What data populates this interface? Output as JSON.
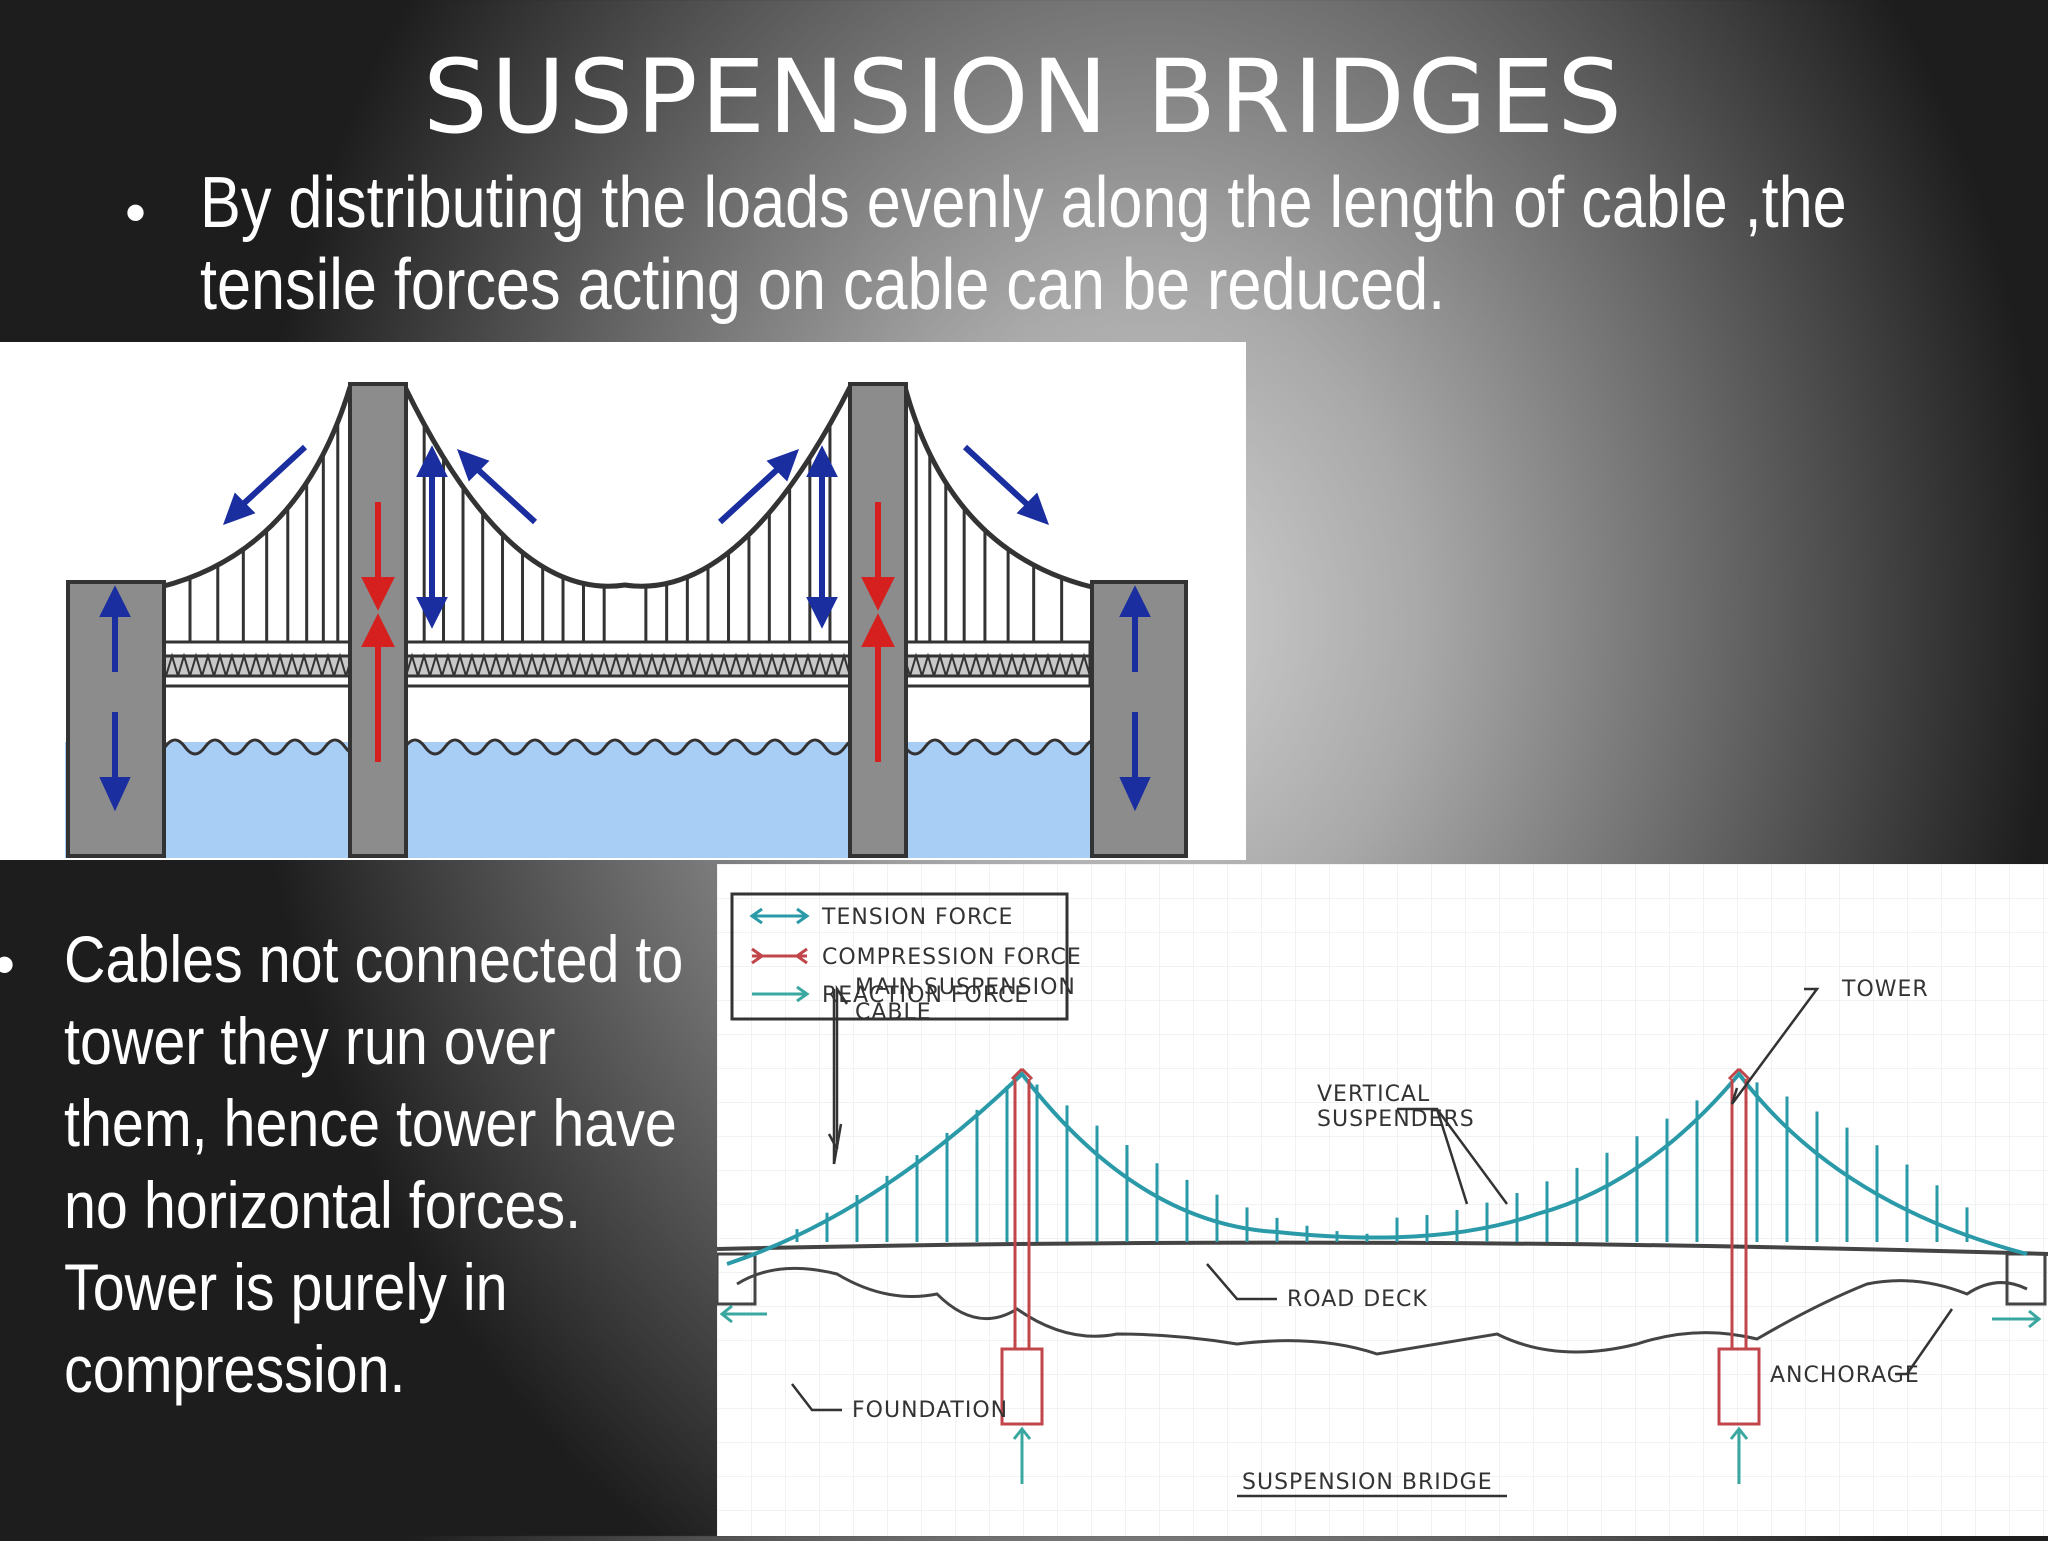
{
  "slide": {
    "title": "SUSPENSION BRIDGES",
    "bullet_top": "By distributing the loads evenly  along the length of cable ,the tensile forces acting on cable can be reduced.",
    "bullet_left": "Cables not connected to tower they run over them, hence tower have no horizontal forces. Tower  is purely in compression.",
    "bullet_symbol": "•"
  },
  "diagram2": {
    "legend": {
      "tension": "TENSION FORCE",
      "compression": "COMPRESSION FORCE",
      "reaction": "REACTION FORCE"
    },
    "labels": {
      "main_cable_1": "MAIN SUSPENSION",
      "main_cable_2": "CABLE",
      "tower": "TOWER",
      "vertical_1": "VERTICAL",
      "vertical_2": "SUSPENDERS",
      "road_deck": "ROAD DECK",
      "anchorage": "ANCHORAGE",
      "foundation": "FOUNDATION",
      "caption": "SUSPENSION BRIDGE"
    }
  },
  "colors": {
    "tension": "#2a9aa8",
    "compression": "#c0464a",
    "reaction": "#3aa8a0",
    "arrow_blue": "#1a2ea0",
    "arrow_red": "#d62020",
    "water": "#a9cef5",
    "tower_gray": "#8c8c8c"
  }
}
